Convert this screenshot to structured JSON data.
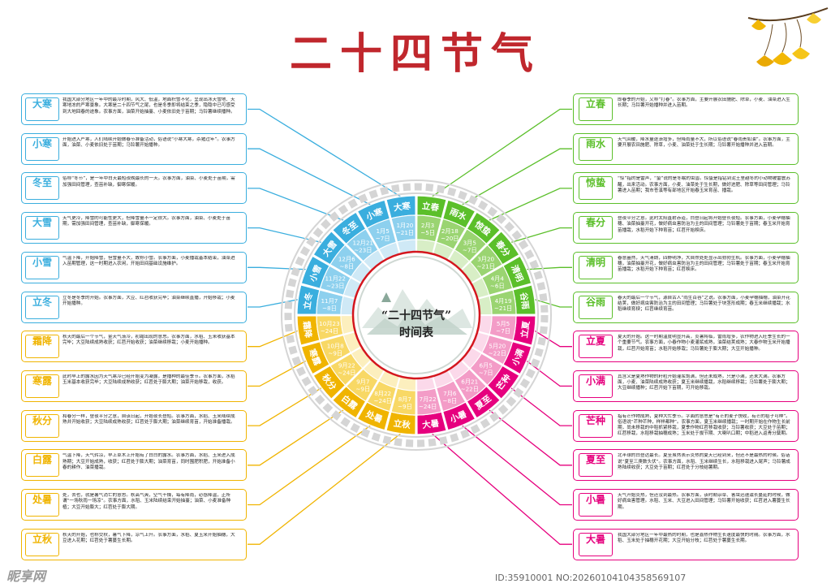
{
  "title": "二十四节气",
  "center": {
    "quote_title": "“二十四节气”",
    "subtitle": "时间表"
  },
  "colors": {
    "title": "#c0272d",
    "winter": "#3aaede",
    "winter_inner": "#8dd0ee",
    "winter_pale": "#cfe9f6",
    "spring": "#5bbf2a",
    "spring_inner": "#9ad471",
    "spring_pale": "#d8eec6",
    "summer": "#e6007e",
    "summer_inner": "#f39cc7",
    "summer_pale": "#fbd9ea",
    "autumn": "#f0b400",
    "autumn_inner": "#f8d865",
    "autumn_pale": "#fcefbe",
    "mid_red": "#d4161e",
    "ring_grey": "#d5d5d5"
  },
  "terms": [
    {
      "name": "立春",
      "date": "2月3 ~5日",
      "season": "spring",
      "desc": "即春季的开始，又称“打春”。农事方面，主要开展农田施肥、除草，小麦、油菜进入生长期；马铃薯开始播种并进入苗期。"
    },
    {
      "name": "雨水",
      "date": "2月18 ~20日",
      "season": "spring",
      "desc": "天气回暖，降水量逐渐增多，但降雨量不大，所以俗语说“春雨贵如油”。农事方面，主要开展农田施肥、除草，小麦、油菜处于生长期；马铃薯开始播种并进入苗期。"
    },
    {
      "name": "惊蛰",
      "date": "3月5 ~7日",
      "season": "spring",
      "desc": "“惊”指的是雷声，“蛰”说的是冬眠的虫兽。惊蛰是指钻到泥土里越冬的小动物被雷震苏醒，出来活动。农事方面，小麦、油菜处于生长期，做好进肥、除草等田间管理；马铃薯进入苗期；我市苍溪等有部地区开始春玉米育苗、播栽。"
    },
    {
      "name": "春分",
      "date": "3月20 ~21日",
      "season": "spring",
      "desc": "昼夜平分之意。此时太阳直射赤道，白昼日起将开始昼长夜短。农事方面，小麦孕穗抽穗、油菜抽薹开花，做好病虫害防治为主的田间管理；马铃薯处于苗期；春玉米开始育苗播栽，水稻开始下种育苗；红苕开始秧床。"
    },
    {
      "name": "清明",
      "date": "4月4 ~6日",
      "season": "spring",
      "desc": "春意盎然，天气清朗，四野明净，大自然处处显示出勃勃生机。农事方面，小麦孕穗抽穗，油菜抽薹开花，做好病虫害防治为主的田间管理；马铃薯处于苗期；春玉米开始育苗播栽；水稻开始下种育苗；红苕秧床。"
    },
    {
      "name": "谷雨",
      "date": "4月19 ~21日",
      "season": "spring",
      "desc": "春天的最后一个节气，源自古人“雨生百谷”之说。农事方面，小麦孕穗抽穗，油菜开花结荚，做好病虫害防治为主的田间管理；马铃薯处于块茎形成期；春玉米继续播栽；水稻继续育秧；红苕继续育苗。"
    },
    {
      "name": "立夏",
      "date": "5月5 ~7日",
      "season": "summer",
      "desc": "夏天的开始。这一时期温度明显升高，炎暑将临，雷雨增多，农作物进入旺季生长的一个重要节气。农事方面，小春作物小麦灌浆成熟，油菜结荚成熟；大春作物玉米开始播栽，红苕开始育苗；水稻开始移栽；马铃薯处于膨大期；大豆开始播种。"
    },
    {
      "name": "小满",
      "date": "5月20 ~22日",
      "season": "summer",
      "desc": "其含义是夏熟作物的籽粒开始灌浆饱满，但还未成熟，只是小满，还未大满。农事方面，小麦、油菜陆续成熟收获；夏玉米继续播栽，水稻继续移栽；马铃薯处于膨大期；大豆继续播种；红苕开始下苗期，可开始移栽。"
    },
    {
      "name": "芒种",
      "date": "6月5 ~7日",
      "season": "summer",
      "desc": "指有芒作物成熟，夏种大忙季节。字面的意思是“有芒的麦子快收，有芒的稻子可种”。俗语说“芒种芒种，样样都种”。农事方面，夏玉米继续播栽；一时期开始在作物生长前期，尚未移栽的中稻抓紧移栽，夏季作物红苕移栽收获；马铃薯收获；大豆处于苗期；红苕移栽，水稻移栽抽穗成熟；玉米处于拔节期、大喇叭口期；中稻进入返青分蘖期。"
    },
    {
      "name": "夏至",
      "date": "6月21 ~22日",
      "season": "summer",
      "desc": "北半球的白昼达最长。夏至虽然表示炎热的夏天已经到来，但还不是最热的时候。俗话说“夏至三庚数头伏”。农事方面，水稻、玉米继续生长，水稻移栽进入尾声；马铃薯成熟陆续收获；大豆处于苗期；红苕处于分枝结薯期。"
    },
    {
      "name": "小暑",
      "date": "7月6 ~8日",
      "season": "summer",
      "desc": "天气开始炎热，但还没到最热。农事方面，该时期杂草、害虫迅速滋长蔓延的时候，做好病虫害管理。水稻、玉米、大豆进入田间管理；马铃薯开始收获；红苕进入薯蔓生长期。"
    },
    {
      "name": "大暑",
      "date": "7月22 ~24日",
      "season": "summer",
      "desc": "我国大部分地区一年中最热的时期，也是喜热作物生长速度最快的时期。农事方面，水稻、玉米处于抽穗开花期；大豆开始分枝；红苕处于薯蔓生长期。"
    },
    {
      "name": "立秋",
      "date": "8月7 ~9日",
      "season": "autumn",
      "desc": "秋天的开始，也称交秋，暑气下降，凉气上升。农事方面，水稻、夏玉米开始抽穗，大豆进入花期；红苕处于薯蔓生长期。"
    },
    {
      "name": "处暑",
      "date": "8月22 ~24日",
      "season": "autumn",
      "desc": "处，去也，就是暑气消亡的意思。秋高气爽，空气干燥，每有降雨，必感降温，正所谓“一场秋雨一场凉”。农事方面，水稻、玉米陆续结束开始抽薹；油菜、小麦准备种植；大豆开始膨大；红苕处于膨大期。"
    },
    {
      "name": "白露",
      "date": "9月7 ~9日",
      "season": "autumn",
      "desc": "气温下降，天气转凉，早上草木上开始有了白白的露水。农事方面，水稻、玉米进入成熟期；大豆开始成熟，收获；红苕处于膨大期；油菜育苗，同时围肥积肥，开始准备小春的耕作、油菜播栽。"
    },
    {
      "name": "秋分",
      "date": "9月22 ~24日",
      "season": "autumn",
      "desc": "和春分一样，昼夜平分之意，自该日起，开始夜长昼短。农事方面，水稻、玉米陆续成熟并开始收获；大豆陆续成熟收获；红苕处于膨大期；油菜继续育苗，开始准备播栽。"
    },
    {
      "name": "寒露",
      "date": "10月8 ~9日",
      "season": "autumn",
      "desc": "此时早上的露水因为天气寒冷已经开始变为凝露，是播种的最佳季节。农事方面，水稻玉米基本收获完毕；大豆陆续成熟收获；红苕处于膨大期；油菜开始移栽，收获。"
    },
    {
      "name": "霜降",
      "date": "10月23 ~24日",
      "season": "autumn",
      "desc": "秋天的最后一个节气，金天气渐冷，初霜出现的意思。农事方面，水稻、玉米收获基本完毕；大豆陆续成熟收获；红苕开始收获；油菜继续移栽；小麦开始播种。"
    },
    {
      "name": "立冬",
      "date": "11月7 ~8日",
      "season": "winter",
      "desc": "立冬是冬季的开始。农事方面，大豆、红苕收获完毕；油菜继续直播，开始移栽；小麦开始播种。"
    },
    {
      "name": "小雪",
      "date": "11月22 ~23日",
      "season": "winter",
      "desc": "气温下降，开始降雪，但雪量不大，故称小雪。农事方面，小麦播栽基本结束，油菜进入苗期管理，这一时期进入农闲，开始田间基础设施维护。"
    },
    {
      "name": "大雪",
      "date": "12月6 ~8日",
      "season": "winter",
      "desc": "天气更冷，降雪的可能性更大，但降雪量不一定很大。农事方面，油菜、小麦处于苗期，需加强田间管理，查苗补缺，御寒保暖。"
    },
    {
      "name": "冬至",
      "date": "12月21 ~23日",
      "season": "winter",
      "desc": "俗称“冬节”，是一年中白天最短夜晚最长的一天。农事方面，油菜、小麦处于苗期，需加强田间管理，查苗补缺，御寒保暖。"
    },
    {
      "name": "小寒",
      "date": "1月5 ~7日",
      "season": "winter",
      "desc": "开始进入严寒，人们陆续开始做春节准备活动，俗语说“小寒大寒，杀猪过年”。农事方面，油菜、小麦依旧处于苗期；马铃薯开始播种。"
    },
    {
      "name": "大寒",
      "date": "1月20 ~21日",
      "season": "winter",
      "desc": "我国大部分地区一年中的最冷时期，风大、低温，地面积雪不化，呈现出冰天雪地、天寒地冻的严寒景象。大寒是二十四节气之尾，也是冬季即将结束之季，隐隐中已可感受到大地回春的迹象。农事方面，油菜开始抽薹、小麦依旧处于苗期；马铃薯继续播种。"
    }
  ],
  "watermark": "昵享网",
  "image_id": "ID:35910001 NO:20260104104358569107"
}
